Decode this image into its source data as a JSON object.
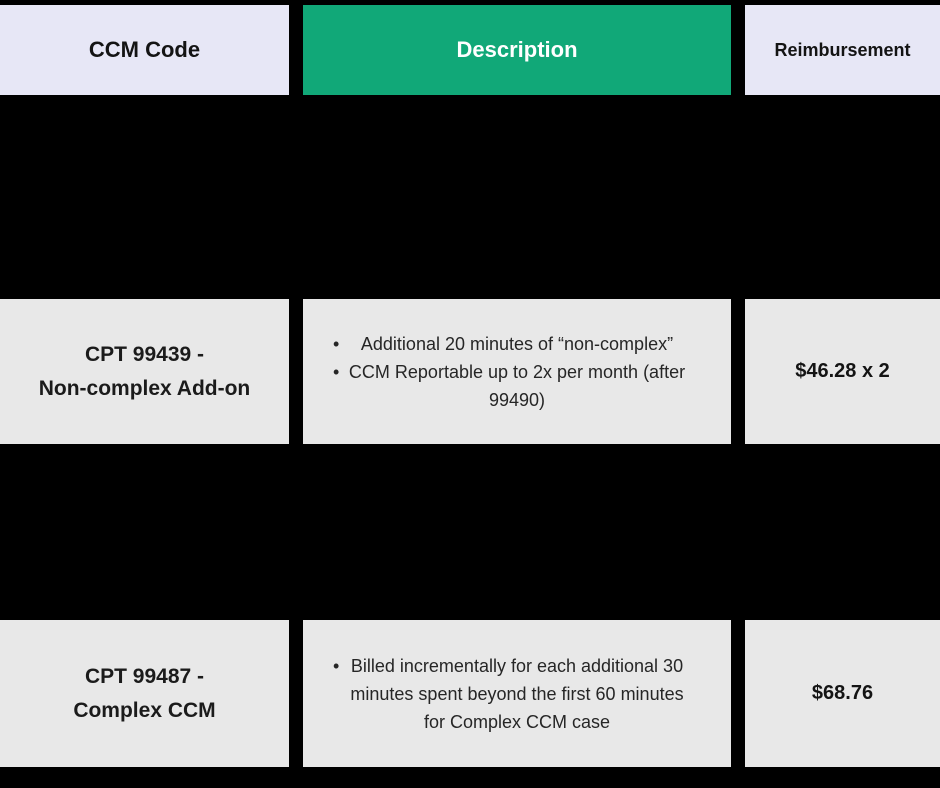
{
  "bullet_char": "•",
  "colors": {
    "background": "#000000",
    "header_light_bg": "#E7E7F6",
    "header_accent_bg": "#11A878",
    "header_accent_text": "#FFFFFF",
    "row_bg": "#E8E8E8",
    "text_dark": "#1B1B1B"
  },
  "table": {
    "headers": [
      {
        "label": "CCM Code"
      },
      {
        "label": "Description"
      },
      {
        "label": "Reimbursement"
      }
    ],
    "rows": [
      {
        "redacted": true
      },
      {
        "code_lines": [
          "CPT 99439 -",
          "Non-complex Add-on"
        ],
        "bullets": [
          "Additional 20 minutes of “non-complex”",
          "CCM Reportable up to 2x per month (after 99490)"
        ],
        "reimbursement": "$46.28 x 2"
      },
      {
        "redacted": true
      },
      {
        "code_lines": [
          "CPT 99487 -",
          "Complex CCM"
        ],
        "bullets": [
          "Billed incrementally for each additional 30 minutes spent beyond the first 60 minutes for Complex CCM case"
        ],
        "reimbursement": "$68.76"
      }
    ]
  },
  "chart_data": {
    "type": "table",
    "columns": [
      "CCM Code",
      "Description",
      "Reimbursement"
    ],
    "rows": [
      [
        "CPT 99439 - Non-complex Add-on",
        "Additional 20 minutes of “non-complex”; CCM Reportable up to 2x per month (after 99490)",
        "$46.28 x 2"
      ],
      [
        "CPT 99487 - Complex CCM",
        "Billed incrementally for each additional 30 minutes spent beyond the first 60 minutes for Complex CCM case",
        "$68.76"
      ]
    ],
    "layout_notes": "Black page background; two table rows between the visible rows are fully blacked out/redacted; Description header cell is green, other header cells light lavender, body cells light gray"
  }
}
